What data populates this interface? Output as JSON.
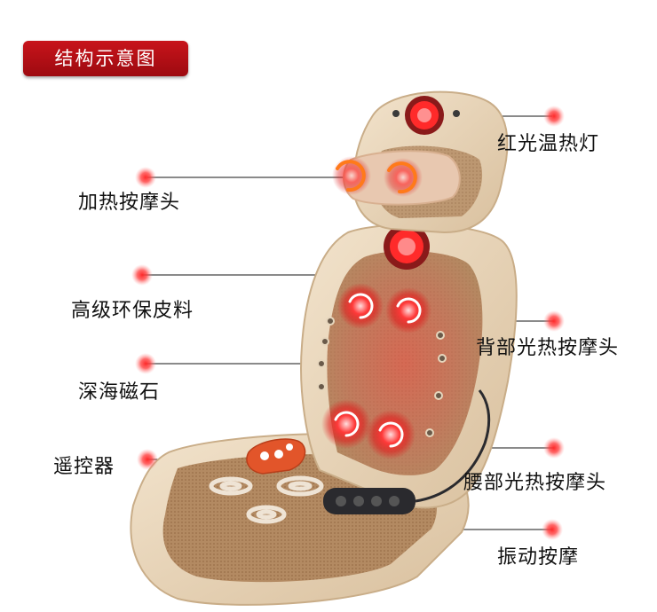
{
  "title": "结构示意图",
  "labels": {
    "red_light_heat_lamp": "红光温热灯",
    "heated_massage_head": "加热按摩头",
    "eco_leather": "高级环保皮料",
    "deep_sea_magnet": "深海磁石",
    "back_heat_massage_head": "背部光热按摩头",
    "remote_control": "遥控器",
    "waist_heat_massage_head": "腰部光热按摩头",
    "vibration_massage": "振动按摩"
  },
  "colors": {
    "badge_red": "#b30f16",
    "dot_red": "#e5202a",
    "leather_beige": "#e6d2b5",
    "mesh_brown": "#b38a62",
    "glow_red": "#ff3a3a",
    "remote_orange": "#e2552a",
    "controller_dark": "#2a2a2e"
  }
}
